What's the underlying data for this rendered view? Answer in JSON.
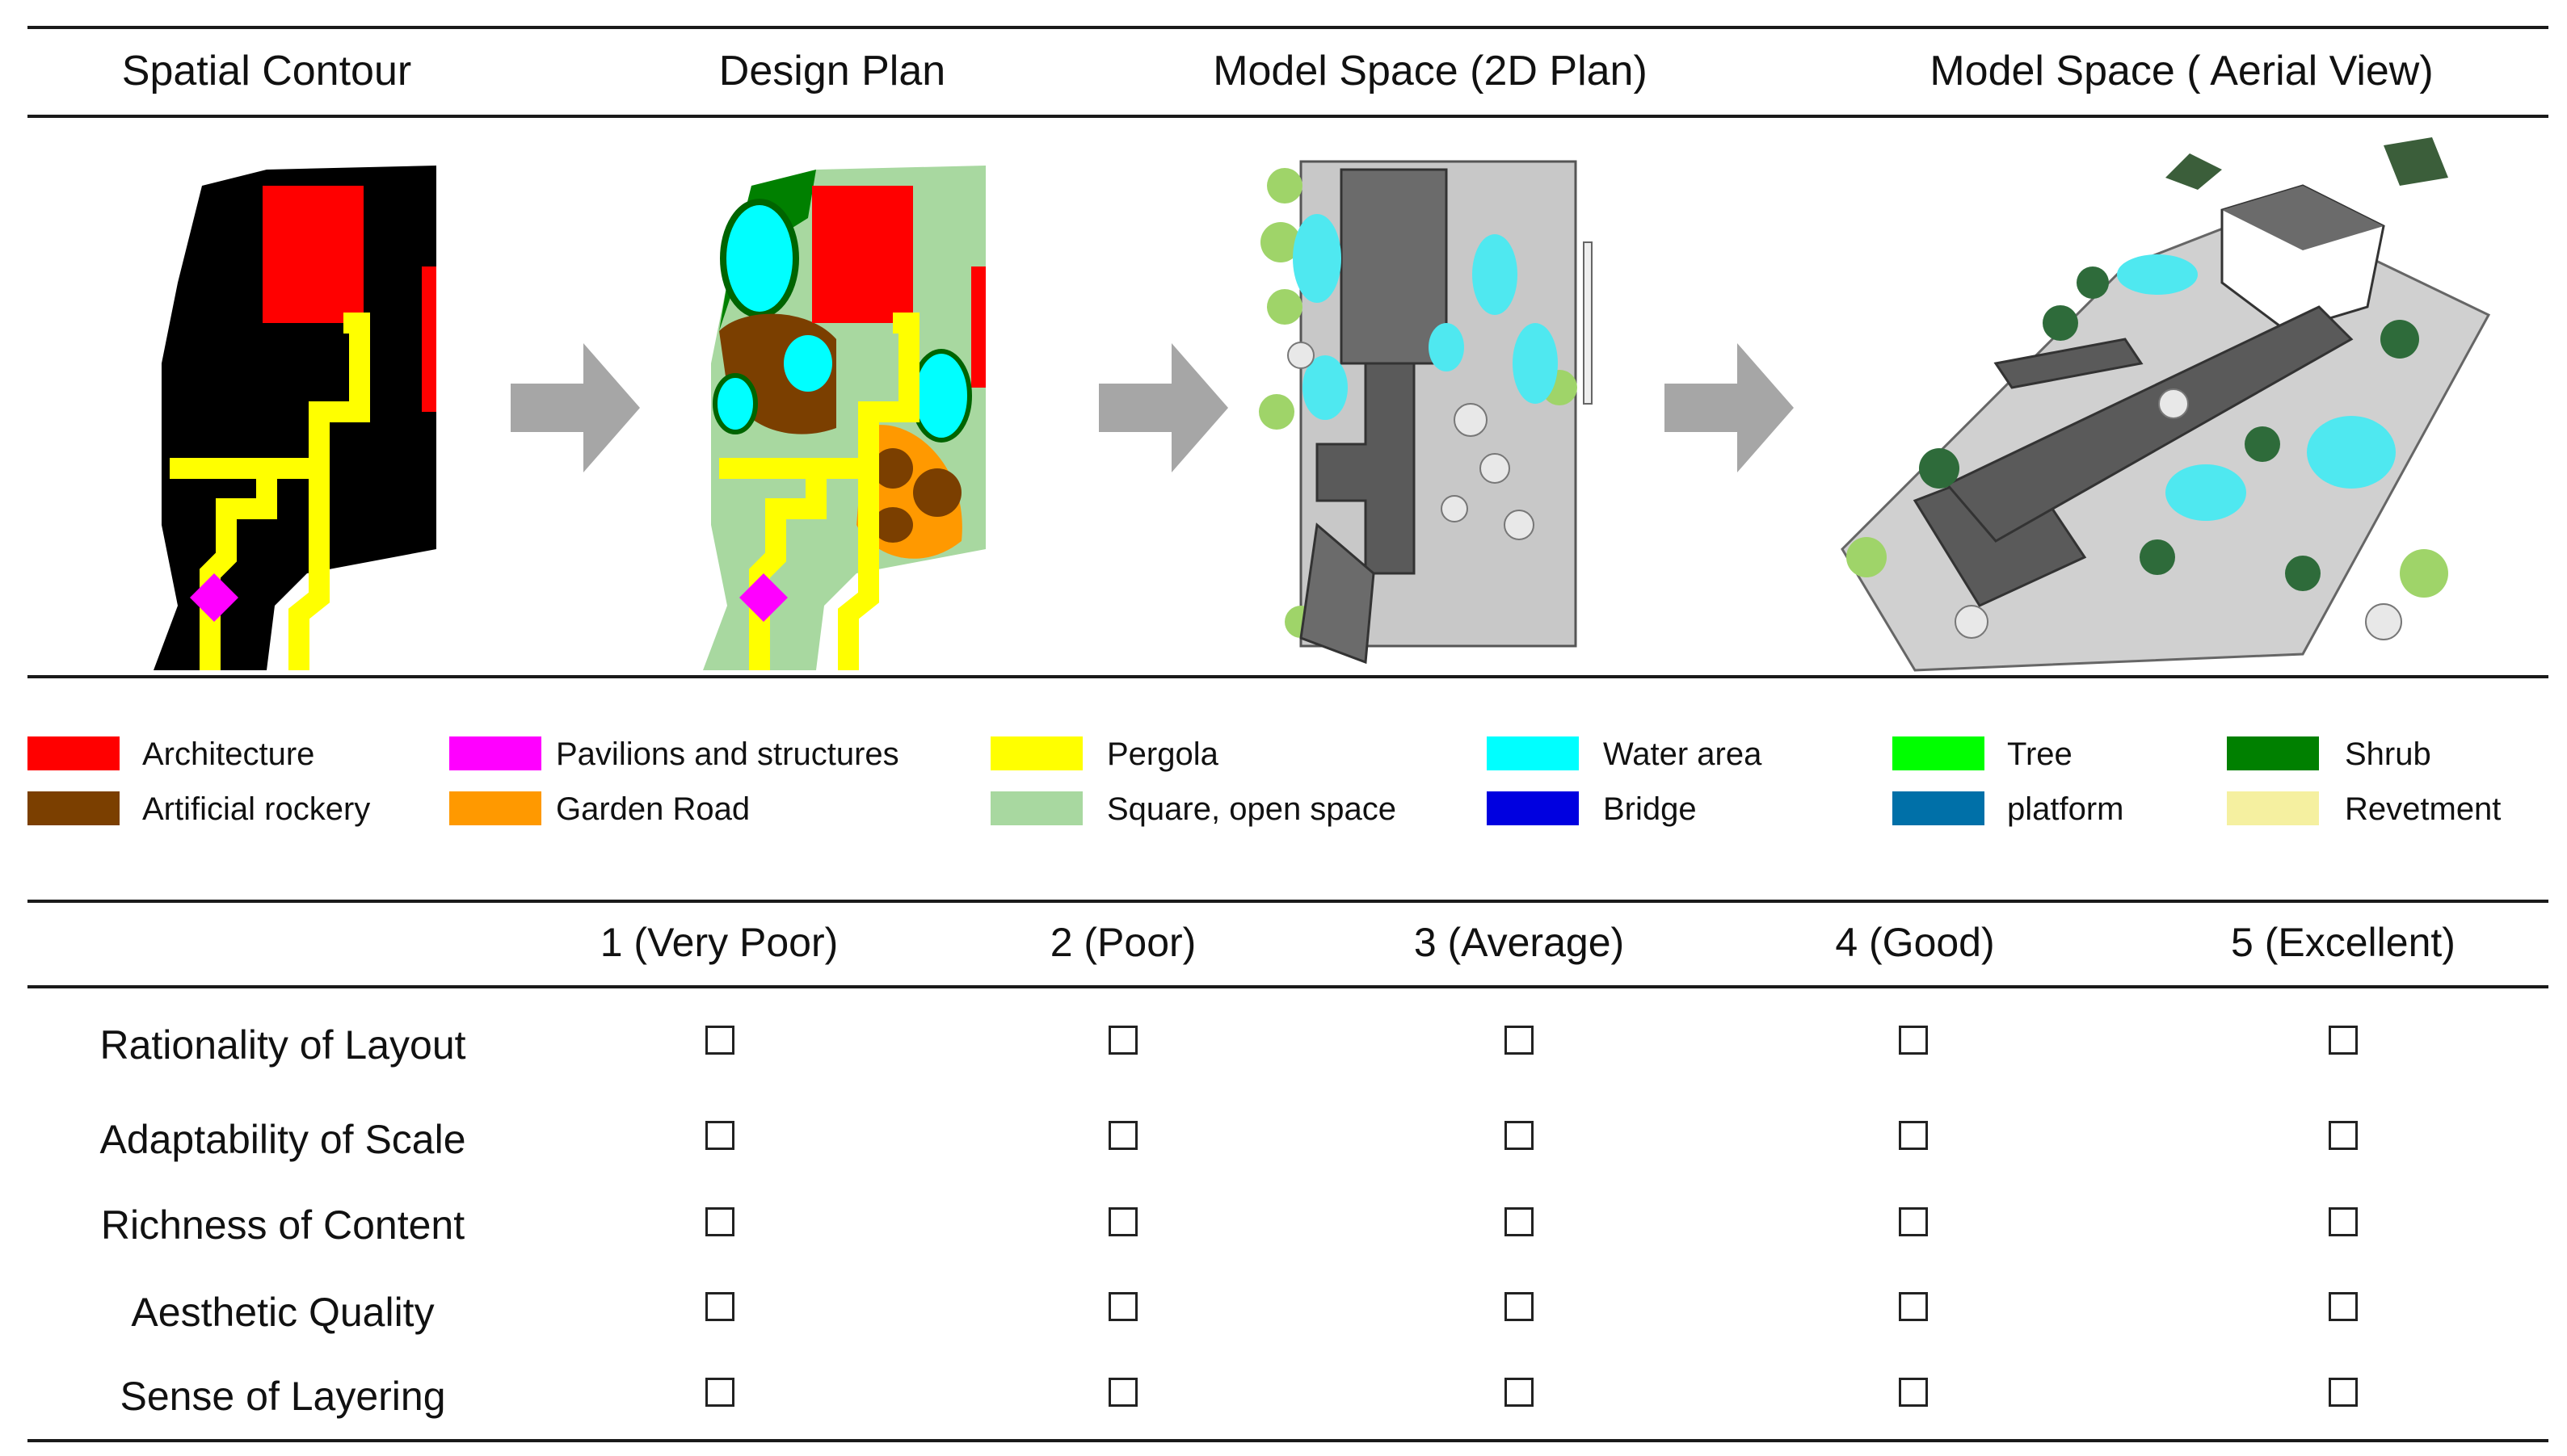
{
  "headers": {
    "col1": "Spatial Contour",
    "col2": "Design Plan",
    "col3": "Model Space (2D Plan)",
    "col4": "Model Space ( Aerial View)"
  },
  "legend": {
    "items": [
      {
        "label": "Architecture",
        "color": "#ff0000"
      },
      {
        "label": "Pavilions and structures",
        "color": "#ff00ff"
      },
      {
        "label": "Pergola",
        "color": "#ffff00"
      },
      {
        "label": "Water area",
        "color": "#00ffff"
      },
      {
        "label": "Tree",
        "color": "#00ff00"
      },
      {
        "label": "Shrub",
        "color": "#008000"
      },
      {
        "label": "Artificial rockery",
        "color": "#7b3f00"
      },
      {
        "label": "Garden Road",
        "color": "#ff9900"
      },
      {
        "label": "Square, open space",
        "color": "#a8d8a0"
      },
      {
        "label": "Bridge",
        "color": "#0000e0"
      },
      {
        "label": "platform",
        "color": "#0070a8"
      },
      {
        "label": "Revetment",
        "color": "#f5f0a0"
      }
    ]
  },
  "rating": {
    "columns": [
      "1 (Very Poor)",
      "2 (Poor)",
      "3 (Average)",
      "4 (Good)",
      "5 (Excellent)"
    ],
    "rows": [
      "Rationality of Layout",
      "Adaptability of Scale",
      "Richness of Content",
      "Aesthetic Quality",
      "Sense of Layering"
    ]
  }
}
